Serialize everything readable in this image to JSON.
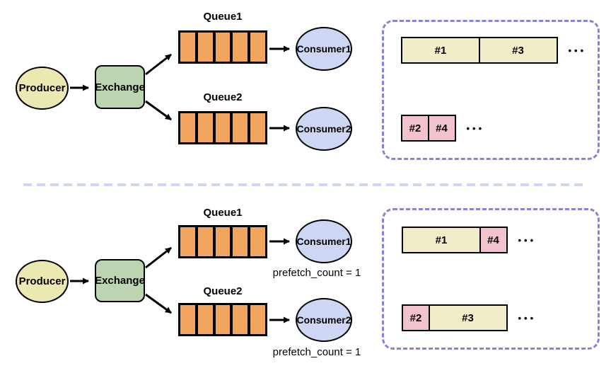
{
  "colors": {
    "node-outline": "#000000",
    "producer-fill": "#ebe8b1",
    "exchange-fill": "#bcd4b0",
    "queue-fill": "#f2a55f",
    "consumer-fill": "#cdd6f2",
    "message-yellow": "#f0edc8",
    "message-pink": "#f2c3cd",
    "group-border": "#8583d6",
    "divider": "#cbd7f3"
  },
  "sections": {
    "top": {
      "producer_label": "Producer",
      "exchange_label": "Exchange",
      "queue1_label": "Queue1",
      "queue2_label": "Queue2",
      "consumer1_label": "Consumer1",
      "consumer2_label": "Consumer2",
      "delivery": {
        "rows": [
          {
            "msgs": [
              "#1",
              "#3"
            ],
            "more": "•••"
          },
          {
            "msgs": [
              "#2",
              "#4"
            ],
            "more": "•••"
          }
        ]
      }
    },
    "bottom": {
      "producer_label": "Producer",
      "exchange_label": "Exchange",
      "queue1_label": "Queue1",
      "queue2_label": "Queue2",
      "consumer1_label": "Consumer1",
      "consumer2_label": "Consumer2",
      "consumer1_note": "prefetch_count = 1",
      "consumer2_note": "prefetch_count = 1",
      "delivery": {
        "rows": [
          {
            "msgs": [
              "#1",
              "#4"
            ],
            "more": "•••"
          },
          {
            "msgs": [
              "#2",
              "#3"
            ],
            "more": "•••"
          }
        ]
      }
    }
  }
}
